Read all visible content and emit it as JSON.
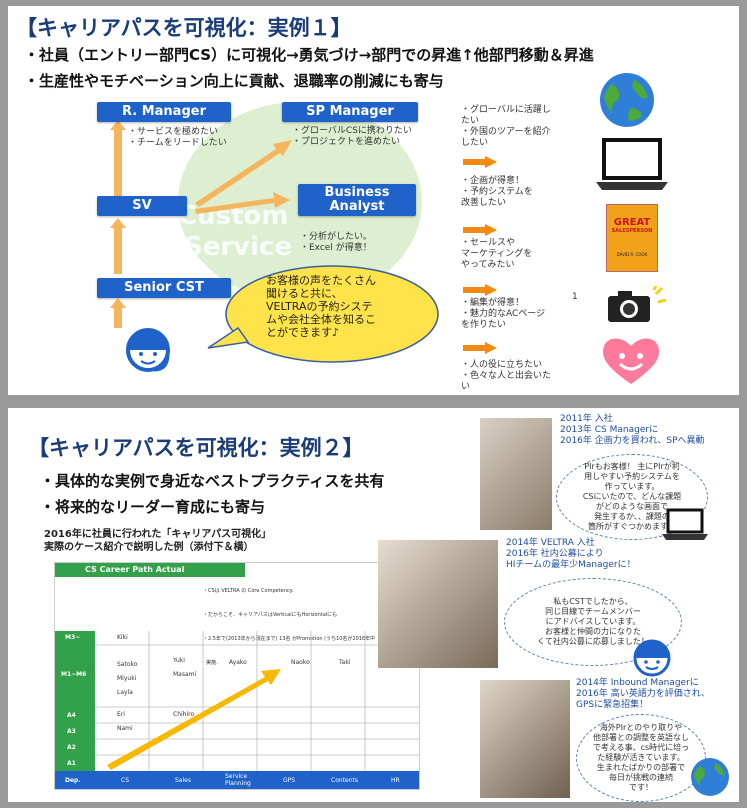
{
  "slide1": {
    "title": "【キャリアパスを可視化：実例１】",
    "bullets": [
      "・社員（エントリー部門CS）に可視化→勇気づけ→部門での昇進↑他部門移動＆昇進",
      "・生産性やモチベーション向上に貢献、退職率の削減にも寄与"
    ],
    "watermark": [
      "Custom",
      "Service"
    ],
    "boxes": {
      "r_manager": "R. Manager",
      "sp_manager": "SP Manager",
      "sv": "SV",
      "business_analyst": "Business\nAnalyst",
      "senior_cst": "Senior CST"
    },
    "notes": {
      "r_manager": "・サービスを極めたい\n・チームをリードしたい",
      "sp_manager": "・グローバルCSに携わりたい\n・プロジェクトを進めたい",
      "business_analyst": "・分析がしたい。\n・Excel が得意！"
    },
    "callout": "お客様の声をたくさん\n聞けると共に、\nVELTRAの予約システ\nムや会社全体を知るこ\nとができます♪",
    "reasons": [
      "・グローバルに活躍し\nたい\n・外国のツアーを紹介\nしたい",
      "・企画が得意！\n・予約システムを\n改善したい",
      "・セールスや\nマーケティングを\nやってみたい",
      "・編集が得意！\n・魅力的なACページ\nを作りたい",
      "・人の役に立ちたい\n・色々な人と出会いた\nい"
    ],
    "page_mark": "1",
    "book_text": [
      "GREAT",
      "SALESPERSON",
      "DAVID R. COOK"
    ]
  },
  "slide2": {
    "title": "【キャリアパスを可視化：実例２】",
    "bullets": [
      "・具体的な実例で身近なベストプラクティスを共有",
      "・将来的なリーダー育成にも寄与"
    ],
    "caption": "2016年に社員に行われた「キャリアパス可視化」\n実際のケース紹介で説明した例（添付下＆横）",
    "table": {
      "header": "CS Career Path Actual",
      "notes": [
        "・CSは VELTRA の Core Competency.",
        "・だからこそ、キャリアパスはVerticalにもHorizontalにも",
        "・2.5年で(2013年から現在まで) 13名 がPromotion (うち10名が2016年中",
        "  実施."
      ],
      "rows": [
        "M3~",
        "M1~M6",
        "A4",
        "A3",
        "A2",
        "A1"
      ],
      "footer_label": "Dep.",
      "departments": [
        "CS",
        "Sales",
        "Service\nPlanning",
        "GPS",
        "Contents",
        "HR"
      ],
      "people": [
        "Kiki",
        "Satoko",
        "Miyuki",
        "Layla",
        "Yuki",
        "Masami",
        "Ayako",
        "Naoko",
        "Taki",
        "Eri",
        "Nami",
        "Chihiro"
      ]
    },
    "profiles": [
      {
        "headline": "2011年 入社\n2013年 CS Managerに\n2016年 企画力を買われ、SPへ異動",
        "quote": "PIrもお客様！ 主にPIrが利\n用しやすい予約システムを\n作っています。\nCSにいたので、どんな課題\nがどのような画面で\n発生するか、、課題の\n箇所がすぐつかめます！"
      },
      {
        "headline": "2014年 VELTRA 入社\n2016年 社内公募により\nHIチームの最年少Managerに！",
        "quote": "私もCSTでしたから、\n同じ目線でチームメンバー\nにアドバイスしています。\nお客様と仲間の力になりた\nくて社内公募に応募しました！"
      },
      {
        "headline": "2014年 Inbound Managerに\n2016年 高い英語力を評価され、\nGPSに緊急招集！",
        "quote": "海外PIrとのやり取りや\n他部署との調整を英語なし\nで考える事、cs時代に培っ\nた経験が活きています。\n生まれたばかりの部署で\n毎日が挑戦の連続\nです！"
      }
    ]
  },
  "colors": {
    "title_blue": "#1a3c78",
    "box_blue": "#1f62c9",
    "arrow_orange": "#f28a12",
    "callout_yellow": "#ffe34a"
  }
}
